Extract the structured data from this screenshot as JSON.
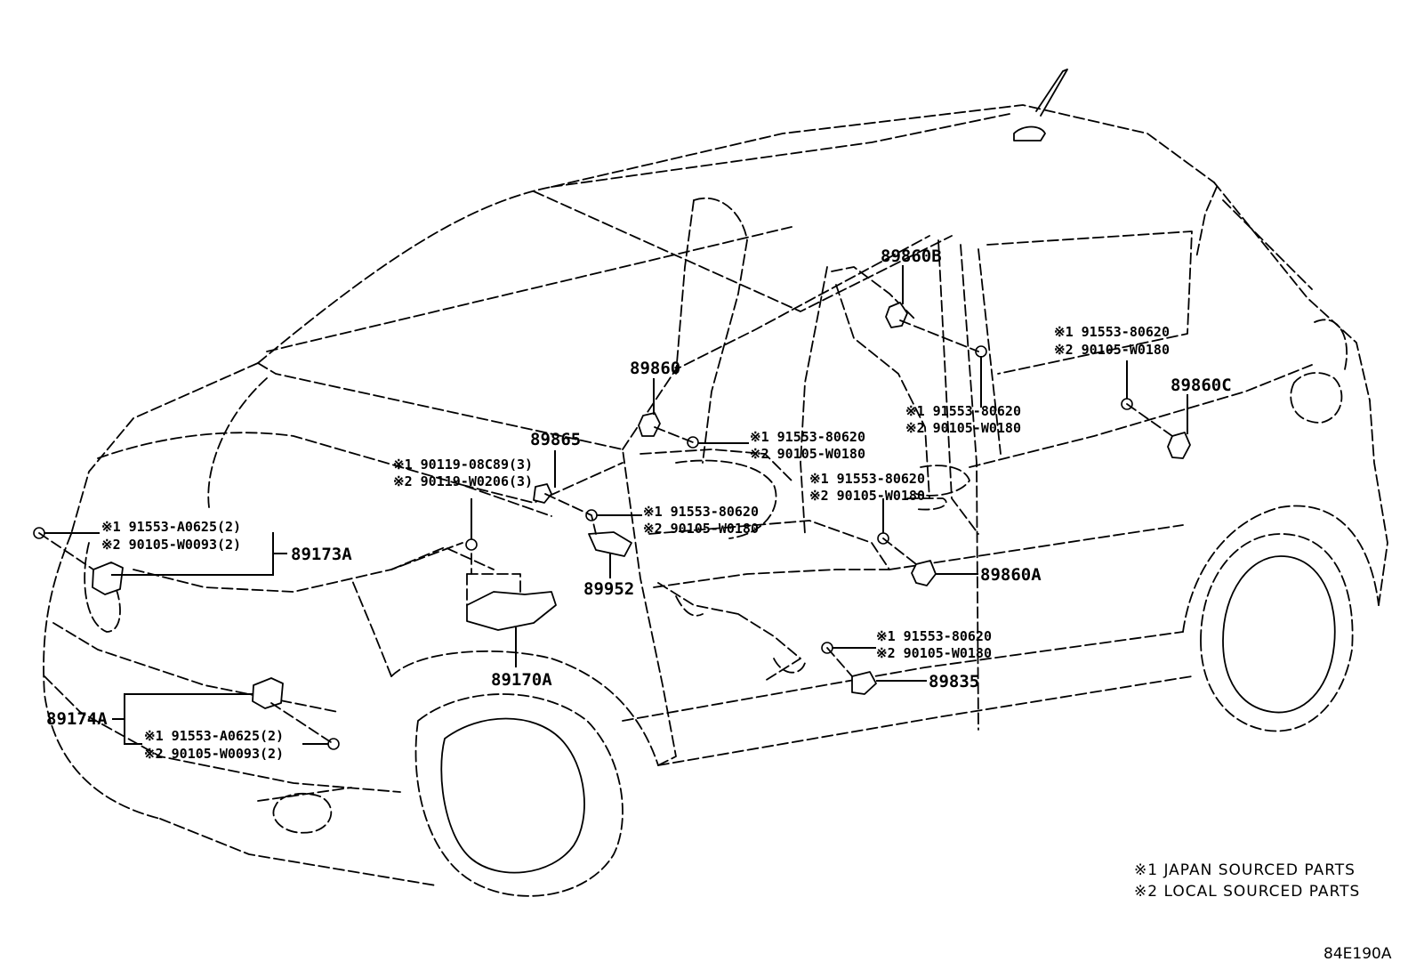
{
  "labels": {
    "p89860B": "89860B",
    "p89860": "89860",
    "p89865": "89865",
    "p89860C": "89860C",
    "p89173A": "89173A",
    "p89952": "89952",
    "p89860A": "89860A",
    "p89170A": "89170A",
    "p89835": "89835",
    "p89174A": "89174A"
  },
  "parts": {
    "rear_pillar_1": "※1 91553-80620",
    "rear_pillar_2": "※2 90105-W0180",
    "b_pillar_1": "※1 91553-80620",
    "b_pillar_2": "※2 90105-W0180",
    "a_pillar_1": "※1 91553-80620",
    "a_pillar_2": "※2 90105-W0180",
    "floor_center_1": "※1 91553-80620",
    "floor_center_2": "※2 90105-W0180",
    "door_lower_1": "※1 91553-80620",
    "door_lower_2": "※2 90105-W0180",
    "rocker_1": "※1 91553-80620",
    "rocker_2": "※2 90105-W0180",
    "ecu_bolt_1": "※1 90119-08C89(3)",
    "ecu_bolt_2": "※2 90119-W0206(3)",
    "front_upper_1": "※1 91553-A0625(2)",
    "front_upper_2": "※2 90105-W0093(2)",
    "front_lower_1": "※1 91553-A0625(2)",
    "front_lower_2": "※2 90105-W0093(2)"
  },
  "legend": {
    "japan": "※1 JAPAN SOURCED PARTS",
    "local": "※2 LOCAL SOURCED PARTS"
  },
  "diagram_code": "84E190A"
}
